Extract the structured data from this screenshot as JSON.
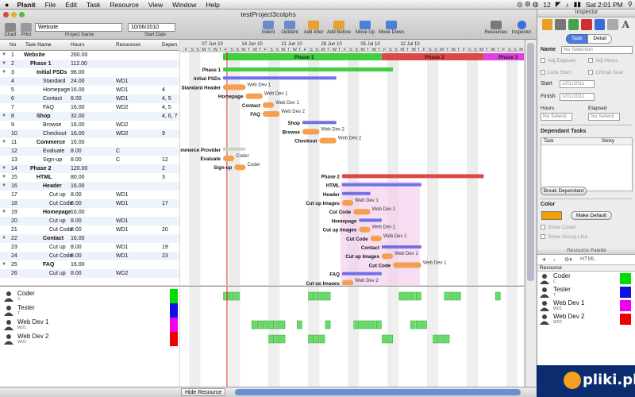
{
  "menubar": {
    "apple": "",
    "app_name": "Planit",
    "items": [
      "File",
      "Edit",
      "Task",
      "Resource",
      "View",
      "Window",
      "Help"
    ],
    "status": [
      "12",
      "Sat 2:01 PM"
    ]
  },
  "window": {
    "title": "testProject3colphs"
  },
  "toolbar": {
    "chart_label": "Chart",
    "print_label": "Print",
    "project_name_label": "Project Name",
    "project_name_value": "Website",
    "start_date_label": "Start Date",
    "start_date_value": "10/06/2010",
    "buttons": [
      "Indent",
      "Outdent",
      "Add After",
      "Add Before",
      "Move Up",
      "Move Down"
    ],
    "resources_label": "Resources",
    "inspector_label": "Inspector"
  },
  "columns": {
    "no": "No",
    "name": "Task Name",
    "hours": "Hours",
    "resources": "Resources",
    "depends": "Depen"
  },
  "tasks": [
    {
      "no": "1",
      "name": "Website",
      "hours": "260.00",
      "res": "",
      "dep": "",
      "level": 0,
      "bold": true,
      "tri": "▼"
    },
    {
      "no": "2",
      "name": "Phase 1",
      "hours": "112.00",
      "res": "",
      "dep": "",
      "level": 1,
      "bold": true,
      "tri": "▼"
    },
    {
      "no": "3",
      "name": "Initial PSDs",
      "hours": "96.00",
      "res": "",
      "dep": "",
      "level": 2,
      "bold": true,
      "tri": "▼"
    },
    {
      "no": "4",
      "name": "Standard",
      "hours": "24.00",
      "res": "WD1",
      "dep": "",
      "level": 3,
      "bold": false,
      "tri": ""
    },
    {
      "no": "5",
      "name": "Homepage",
      "hours": "16.00",
      "res": "WD1",
      "dep": "4",
      "level": 3,
      "bold": false,
      "tri": ""
    },
    {
      "no": "6",
      "name": "Contact",
      "hours": "8.00",
      "res": "WD1",
      "dep": "4, 5",
      "level": 3,
      "bold": false,
      "tri": ""
    },
    {
      "no": "7",
      "name": "FAQ",
      "hours": "16.00",
      "res": "WD2",
      "dep": "4, 5",
      "level": 3,
      "bold": false,
      "tri": ""
    },
    {
      "no": "8",
      "name": "Shop",
      "hours": "32.00",
      "res": "",
      "dep": "4, 6, 7",
      "level": 2,
      "bold": true,
      "tri": "▼"
    },
    {
      "no": "9",
      "name": "Browse",
      "hours": "16.00",
      "res": "WD2",
      "dep": "",
      "level": 3,
      "bold": false,
      "tri": ""
    },
    {
      "no": "10",
      "name": "Checkout",
      "hours": "16.00",
      "res": "WD2",
      "dep": "9",
      "level": 3,
      "bold": false,
      "tri": ""
    },
    {
      "no": "11",
      "name": "Commerce",
      "hours": "16.00",
      "res": "",
      "dep": "",
      "level": 2,
      "bold": true,
      "tri": "▼"
    },
    {
      "no": "12",
      "name": "Evaluate",
      "hours": "8.00",
      "res": "C",
      "dep": "",
      "level": 3,
      "bold": false,
      "tri": ""
    },
    {
      "no": "13",
      "name": "Sign-up",
      "hours": "8.00",
      "res": "C",
      "dep": "12",
      "level": 3,
      "bold": false,
      "tri": ""
    },
    {
      "no": "14",
      "name": "Phase 2",
      "hours": "120.00",
      "res": "",
      "dep": "2",
      "level": 1,
      "bold": true,
      "tri": "▼"
    },
    {
      "no": "15",
      "name": "HTML",
      "hours": "80.00",
      "res": "",
      "dep": "3",
      "level": 2,
      "bold": true,
      "tri": "▼"
    },
    {
      "no": "16",
      "name": "Header",
      "hours": "16.00",
      "res": "",
      "dep": "",
      "level": 3,
      "bold": true,
      "tri": "▼"
    },
    {
      "no": "17",
      "name": "Cut up",
      "hours": "8.00",
      "res": "WD1",
      "dep": "",
      "level": 4,
      "bold": false,
      "tri": ""
    },
    {
      "no": "18",
      "name": "Cut Code",
      "hours": "8.00",
      "res": "WD1",
      "dep": "17",
      "level": 4,
      "bold": false,
      "tri": ""
    },
    {
      "no": "19",
      "name": "Homepage",
      "hours": "16.00",
      "res": "",
      "dep": "",
      "level": 3,
      "bold": true,
      "tri": "▼"
    },
    {
      "no": "20",
      "name": "Cut up",
      "hours": "8.00",
      "res": "WD1",
      "dep": "",
      "level": 4,
      "bold": false,
      "tri": ""
    },
    {
      "no": "21",
      "name": "Cut Code",
      "hours": "8.00",
      "res": "WD1",
      "dep": "20",
      "level": 4,
      "bold": false,
      "tri": ""
    },
    {
      "no": "22",
      "name": "Contact",
      "hours": "16.00",
      "res": "",
      "dep": "",
      "level": 3,
      "bold": true,
      "tri": "▼"
    },
    {
      "no": "23",
      "name": "Cut up",
      "hours": "8.00",
      "res": "WD1",
      "dep": "19",
      "level": 4,
      "bold": false,
      "tri": ""
    },
    {
      "no": "24",
      "name": "Cut Code",
      "hours": "8.00",
      "res": "WD1",
      "dep": "23",
      "level": 4,
      "bold": false,
      "tri": ""
    },
    {
      "no": "25",
      "name": "FAQ",
      "hours": "16.00",
      "res": "",
      "dep": "",
      "level": 3,
      "bold": true,
      "tri": "▼"
    },
    {
      "no": "26",
      "name": "Cut up",
      "hours": "8.00",
      "res": "WD2",
      "dep": "",
      "level": 4,
      "bold": false,
      "tri": ""
    }
  ],
  "gantt": {
    "weeks": [
      "07 Jun 10",
      "14 Jun 10",
      "21 Jun 10",
      "28 Jun 10",
      "05 Jul 10",
      "12 Jul 10"
    ],
    "day_letters": [
      "F",
      "S",
      "S",
      "M",
      "T",
      "W",
      "T"
    ],
    "phases": [
      {
        "name": "Phase 1",
        "color": "#3fcf3f"
      },
      {
        "name": "Phase 2",
        "color": "#e04848"
      },
      {
        "name": "Phase 3",
        "color": "#e040e0"
      }
    ],
    "rows": [
      {
        "label": "Phase 1",
        "s": 7,
        "e": 37,
        "kind": "summary",
        "color": "#3fcf3f",
        "res": ""
      },
      {
        "label": "Initial PSDs",
        "s": 7,
        "e": 27,
        "kind": "group",
        "color": "#7070e8",
        "res": ""
      },
      {
        "label": "Standard Header",
        "s": 7,
        "e": 11,
        "kind": "task",
        "color": "#f4a050",
        "res": "Web Dev 1"
      },
      {
        "label": "Homepage",
        "s": 11,
        "e": 14,
        "kind": "task",
        "color": "#f4a050",
        "res": "Web Dev 1"
      },
      {
        "label": "Contact",
        "s": 14,
        "e": 16,
        "kind": "task",
        "color": "#f4a050",
        "res": "Web Dev 1"
      },
      {
        "label": "FAQ",
        "s": 14,
        "e": 17,
        "kind": "task",
        "color": "#f4a050",
        "res": "Web Dev 2"
      },
      {
        "label": "Shop",
        "s": 21,
        "e": 27,
        "kind": "group",
        "color": "#7070e8",
        "res": ""
      },
      {
        "label": "Browse",
        "s": 21,
        "e": 24,
        "kind": "task",
        "color": "#f4a050",
        "res": "Web Dev 2"
      },
      {
        "label": "Checkout",
        "s": 24,
        "e": 27,
        "kind": "task",
        "color": "#f4a050",
        "res": "Web Dev 2"
      },
      {
        "label": "Commerce Provider",
        "s": 7,
        "e": 11,
        "kind": "group",
        "color": "#c8d8b8",
        "res": ""
      },
      {
        "label": "Evaluate",
        "s": 7,
        "e": 9,
        "kind": "task",
        "color": "#f4a050",
        "res": "Coder"
      },
      {
        "label": "Sign-up",
        "s": 9,
        "e": 11,
        "kind": "task",
        "color": "#f4a050",
        "res": "Coder"
      },
      {
        "label": "Phase 2",
        "s": 28,
        "e": 53,
        "kind": "summary",
        "color": "#e04848",
        "res": ""
      },
      {
        "label": "HTML",
        "s": 28,
        "e": 42,
        "kind": "group",
        "color": "#7070e8",
        "res": ""
      },
      {
        "label": "Header",
        "s": 28,
        "e": 33,
        "kind": "group",
        "color": "#7070e8",
        "res": ""
      },
      {
        "label": "Cut up Images",
        "s": 28,
        "e": 30,
        "kind": "task",
        "color": "#f4a050",
        "res": "Web Dev 1"
      },
      {
        "label": "Cut Code",
        "s": 30,
        "e": 33,
        "kind": "task",
        "color": "#f4a050",
        "res": "Web Dev 1"
      },
      {
        "label": "Homepage",
        "s": 31,
        "e": 35,
        "kind": "group",
        "color": "#7070e8",
        "res": ""
      },
      {
        "label": "Cut up Images",
        "s": 31,
        "e": 33,
        "kind": "task",
        "color": "#f4a050",
        "res": "Web Dev 1"
      },
      {
        "label": "Cut Code",
        "s": 33,
        "e": 35,
        "kind": "task",
        "color": "#f4a050",
        "res": "Web Dev 1"
      },
      {
        "label": "Contact",
        "s": 35,
        "e": 42,
        "kind": "group",
        "color": "#7070e8",
        "res": ""
      },
      {
        "label": "Cut up Images",
        "s": 35,
        "e": 37,
        "kind": "task",
        "color": "#f4a050",
        "res": "Web Dev 1"
      },
      {
        "label": "Cut Code",
        "s": 37,
        "e": 42,
        "kind": "task",
        "color": "#f4a050",
        "res": "Web Dev 1"
      },
      {
        "label": "FAQ",
        "s": 28,
        "e": 35,
        "kind": "group",
        "color": "#7070e8",
        "res": ""
      },
      {
        "label": "Cut up Images",
        "s": 28,
        "e": 30,
        "kind": "task",
        "color": "#f4a050",
        "res": "Web Dev 2"
      }
    ]
  },
  "resources": [
    {
      "name": "Coder",
      "abbr": "C",
      "color": "#00dd00"
    },
    {
      "name": "Tester",
      "abbr": "T",
      "color": "#1010e0"
    },
    {
      "name": "Web Dev 1",
      "abbr": "WD1",
      "color": "#ee00ee"
    },
    {
      "name": "Web Dev 2",
      "abbr": "WD2",
      "color": "#ee0000"
    }
  ],
  "resource_load": [
    [
      [
        7,
        10
      ],
      [
        22,
        26
      ],
      [
        38,
        42
      ],
      [
        46,
        49
      ],
      [
        55,
        56
      ]
    ],
    [],
    [
      [
        12,
        18
      ],
      [
        20,
        21
      ],
      [
        25,
        26
      ],
      [
        30,
        35
      ],
      [
        40,
        43
      ]
    ],
    [
      [
        15,
        18
      ],
      [
        22,
        25
      ],
      [
        35,
        37
      ],
      [
        44,
        47
      ]
    ]
  ],
  "bottom": {
    "hide_resource": "Hide Resource"
  },
  "inspector": {
    "title": "Inspector",
    "tabs": [
      "Task",
      "Detail"
    ],
    "name_label": "Name",
    "name_placeholder": "No Selection",
    "adj_elapsed": "Adj Elapsed",
    "adj_hours": "Adj Hours",
    "lock_start": "Lock Start",
    "critical_task": "Critical Task",
    "start_label": "Start",
    "start_value": "1/01/2011",
    "finish_label": "Finish",
    "finish_value": "1/01/2011",
    "hours_label": "Hours",
    "elapsed_label": "Elapsed",
    "hours_value": "No Selecti",
    "elapsed_value": "No Selecti",
    "dependant_tasks": "Dependant Tasks",
    "dep_col_task": "Task",
    "dep_col_sticky": "Sticky",
    "break_dependant": "Break Dependant",
    "color_label": "Color",
    "color_swatch": "#f0a000",
    "make_default": "Make Default",
    "show_cover": "Show Cover",
    "show_group_line": "Show Group Line"
  },
  "resource_palette": {
    "title": "Resource Palette",
    "plus": "+",
    "minus": "-",
    "filter": "HTML",
    "header": "Resource"
  },
  "logo": {
    "text": "pliki.pl"
  }
}
